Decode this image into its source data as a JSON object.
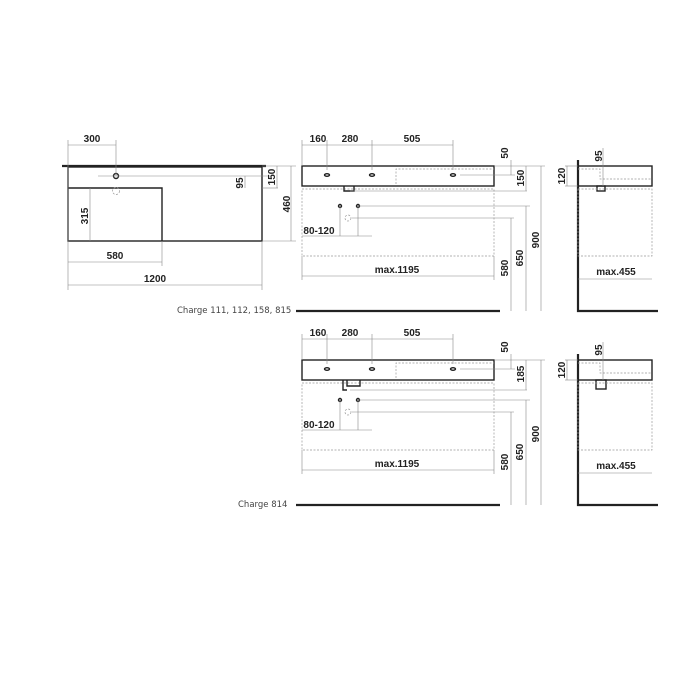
{
  "plan_view": {
    "dim_tap_offset": "300",
    "dim_tap_depth": "95",
    "dim_front_depth": "150",
    "dim_total_depth": "460",
    "dim_basin_depth": "315",
    "dim_basin_width": "580",
    "dim_total_width": "1200"
  },
  "elevations": [
    {
      "caption": "Charge 111, 112, 158, 815",
      "dim_160": "160",
      "dim_280": "280",
      "dim_505": "505",
      "dim_50": "50",
      "dim_rim": "150",
      "dim_900": "900",
      "dim_650": "650",
      "dim_580": "580",
      "dim_80_120": "80-120",
      "dim_max_width": "max.1195",
      "side_dim_95": "95",
      "side_dim_120": "120",
      "side_dim_max_depth": "max.455"
    },
    {
      "caption": "Charge 814",
      "dim_160": "160",
      "dim_280": "280",
      "dim_505": "505",
      "dim_50": "50",
      "dim_rim": "185",
      "dim_900": "900",
      "dim_650": "650",
      "dim_580": "580",
      "dim_80_120": "80-120",
      "dim_max_width": "max.1195",
      "side_dim_95": "95",
      "side_dim_120": "120",
      "side_dim_max_depth": "max.455"
    }
  ]
}
